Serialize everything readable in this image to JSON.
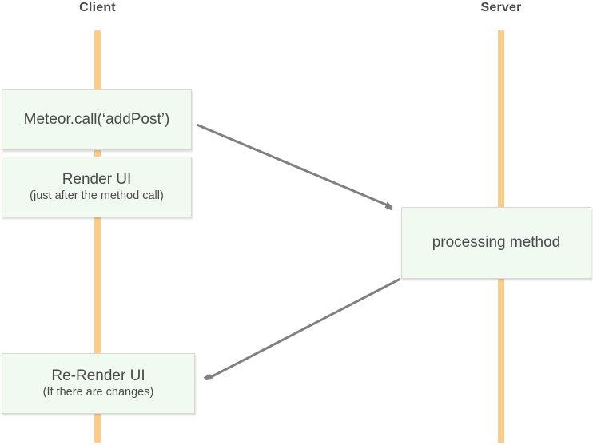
{
  "diagram": {
    "type": "sequence",
    "lanes": [
      {
        "id": "client",
        "label": "Client"
      },
      {
        "id": "server",
        "label": "Server"
      }
    ],
    "nodes": [
      {
        "id": "meteor-call",
        "lane": "client",
        "label": "Meteor.call(‘addPost’)",
        "sublabel": ""
      },
      {
        "id": "render-ui",
        "lane": "client",
        "label": "Render UI",
        "sublabel": "(just after the method call)"
      },
      {
        "id": "processing-method",
        "lane": "server",
        "label": "processing method",
        "sublabel": ""
      },
      {
        "id": "re-render-ui",
        "lane": "client",
        "label": "Re-Render UI",
        "sublabel": "(If there are changes)"
      }
    ],
    "edges": [
      {
        "from": "meteor-call",
        "to": "processing-method"
      },
      {
        "from": "processing-method",
        "to": "re-render-ui"
      }
    ],
    "colors": {
      "lifeline": "#FACD8E",
      "box_fill": "#F1FAF0",
      "box_border": "#D7DBD2",
      "arrow": "#808080",
      "text": "#4A4A4A"
    }
  }
}
